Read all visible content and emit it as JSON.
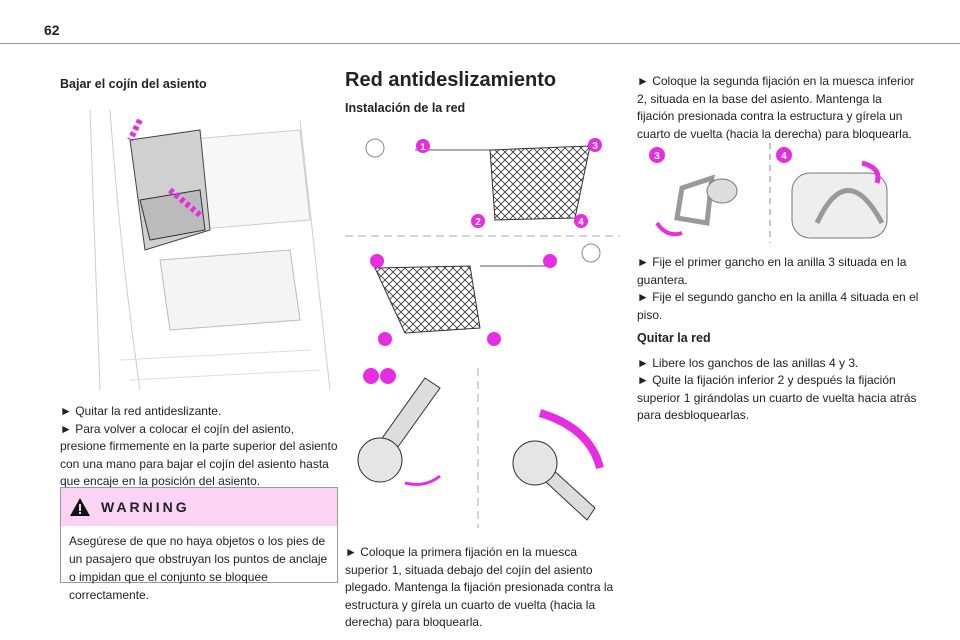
{
  "page_number": "62",
  "left": {
    "heading": "Bajar el cojín del asiento",
    "steps": [
      "► Quitar la red antideslizante.",
      "► Para volver a colocar el cojín del asiento, presione firmemente en la parte superior del asiento con una mano para bajar el cojín del asiento hasta que encaje en la posición del asiento."
    ],
    "warning_title": "WARNING",
    "warning_text": "Asegúrese de que no haya objetos o los pies de un pasajero que obstruyan los puntos de anclaje o impidan que el conjunto se bloquee correctamente."
  },
  "middle": {
    "title": "Red antideslizamiento",
    "subheading": "Instalación de la red",
    "badges": [
      "1",
      "2",
      "3",
      "4"
    ],
    "step": "► Coloque la primera fijación en la muesca superior 1, situada debajo del cojín del asiento plegado. Mantenga la fijación presionada contra la estructura y gírela un cuarto de vuelta (hacia la derecha) para bloquearla."
  },
  "right": {
    "step_top": "► Coloque la segunda fijación en la muesca inferior 2, situada en la base del asiento. Mantenga la fijación presionada contra la estructura y gírela un cuarto de vuelta (hacia la derecha) para bloquearla.",
    "badges": [
      "3",
      "4"
    ],
    "steps_mid": [
      "► Fije el primer gancho en la anilla 3 situada en la guantera.",
      "► Fije el segundo gancho en la anilla 4 situada en el piso."
    ],
    "remove_heading": "Quitar la red",
    "steps_remove": [
      "► Libere los ganchos de las anillas 4 y 3.",
      "► Quite la fijación inferior 2 y después la fijación superior 1 girándolas un cuarto de vuelta hacia atrás para desbloquearlas."
    ]
  },
  "colors": {
    "accent": "#e62ee0",
    "warning_bg": "#fbd3f5"
  }
}
